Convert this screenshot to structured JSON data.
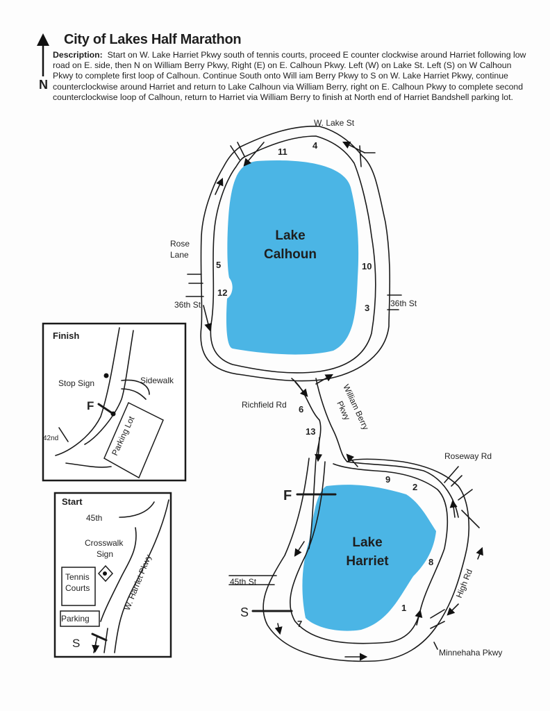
{
  "title": "City of Lakes Half Marathon",
  "compass": {
    "icon": "north-arrow-icon",
    "label": "N"
  },
  "description": {
    "label": "Description:",
    "text": "Start on W. Lake Harriet Pkwy south of tennis courts, proceed  E counter clockwise around Harriet following low road on E. side, then N on William Berry Pkwy,  Right (E) on E. Calhoun Pkwy.  Left (W) on Lake St.  Left (S) on W Calhoun Pkwy to complete first loop of Calhoun.  Continue South onto Will iam Berry Pkwy to S on W. Lake Harriet Pkwy, continue counterclockwise around Harriet and return to Lake Calhoun via William Berry, right on E. Calhoun Pkwy to complete second counterclockwise loop of Calhoun, return to Harriet via William Berry to finish at North end of Harriet Bandshell parking lot."
  },
  "lakes": {
    "calhoun": {
      "line1": "Lake",
      "line2": "Calhoun"
    },
    "harriet": {
      "line1": "Lake",
      "line2": "Harriet"
    },
    "color": "#4BB5E5"
  },
  "streets": {
    "w_lake_st": "W. Lake St",
    "rose_lane_1": "Rose",
    "rose_lane_2": "Lane",
    "w_36th": "36th St",
    "e_36th": "36th St",
    "richfield": "Richfield Rd",
    "william_berry": "William Berry",
    "pkwy": "Pkwy",
    "roseway": "Roseway Rd",
    "w_45th": "45th St",
    "high_rd": "High Rd",
    "minnehaha": "Minnehaha Pkwy"
  },
  "markers": {
    "finish": "F",
    "start": "S"
  },
  "mile_markers": {
    "m1": "1",
    "m2": "2",
    "m3": "3",
    "m4": "4",
    "m5": "5",
    "m6": "6",
    "m7": "7",
    "m8": "8",
    "m9": "9",
    "m10": "10",
    "m11": "11",
    "m12": "12",
    "m13": "13"
  },
  "finish_inset": {
    "title": "Finish",
    "stop_sign": "Stop Sign",
    "sidewalk": "Sidewalk",
    "finish_marker": "F",
    "parking_lot": "Parking Lot",
    "street_42nd": "42nd"
  },
  "start_inset": {
    "title": "Start",
    "street_45th": "45th",
    "crosswalk_1": "Crosswalk",
    "crosswalk_2": "Sign",
    "tennis_1": "Tennis",
    "tennis_2": "Courts",
    "parking": "Parking",
    "parkway": "W. Harriet Pkwy",
    "start_marker": "S"
  }
}
